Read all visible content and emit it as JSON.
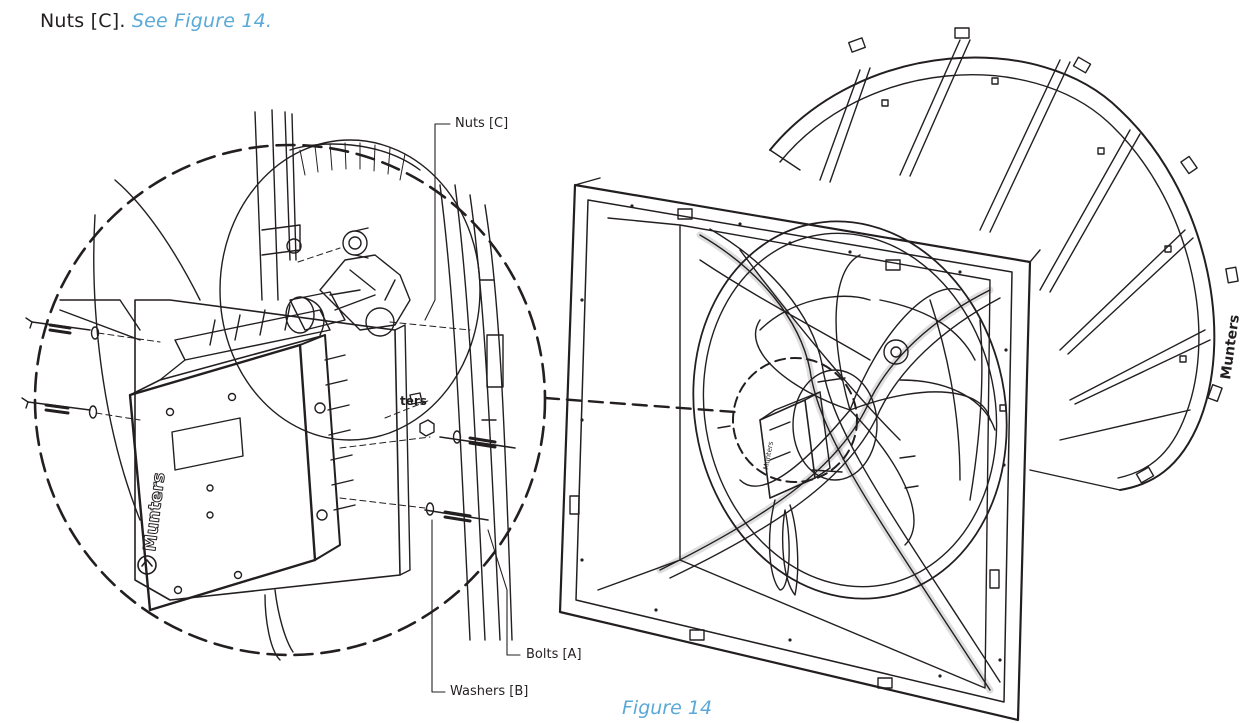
{
  "intro": {
    "text": "Nuts [C].",
    "figure_ref": "See Figure 14."
  },
  "figure": {
    "caption": "Figure 14",
    "callouts": {
      "nuts": "Nuts [C]",
      "bolts": "Bolts [A]",
      "washers": "Washers [B]"
    },
    "brand_label": "Munters"
  },
  "colors": {
    "accent": "#5aa9d6",
    "line": "#231f20"
  }
}
